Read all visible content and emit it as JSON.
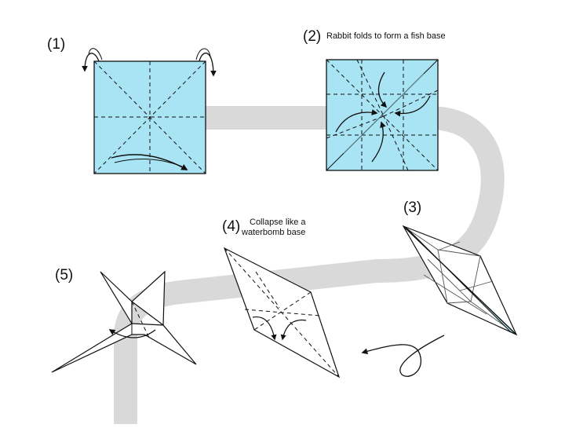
{
  "steps": [
    {
      "number": "(1)",
      "caption": ""
    },
    {
      "number": "(2)",
      "caption": "Rabbit folds to form a fish base"
    },
    {
      "number": "(3)",
      "caption": ""
    },
    {
      "number": "(4)",
      "caption_line1": "Collapse like a",
      "caption_line2": "waterbomb base"
    },
    {
      "number": "(5)",
      "caption": ""
    }
  ],
  "colors": {
    "paper_blue": "#a8e4f4",
    "paper_edge": "#111111",
    "path_gray": "#d9d9d9",
    "white_side": "#ffffff"
  }
}
